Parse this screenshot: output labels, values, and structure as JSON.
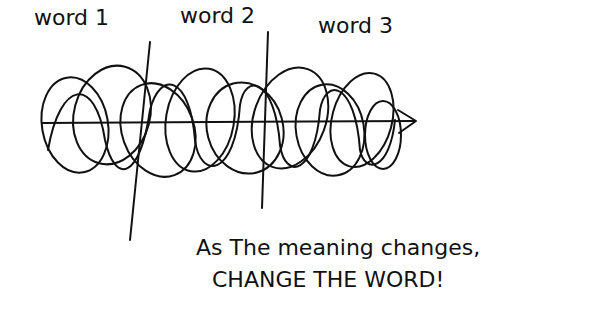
{
  "diagram": {
    "labels": [
      "word 1",
      "word 2",
      "word 3",
      "As The meaning changes,",
      "CHANGE THE WORD!"
    ]
  }
}
